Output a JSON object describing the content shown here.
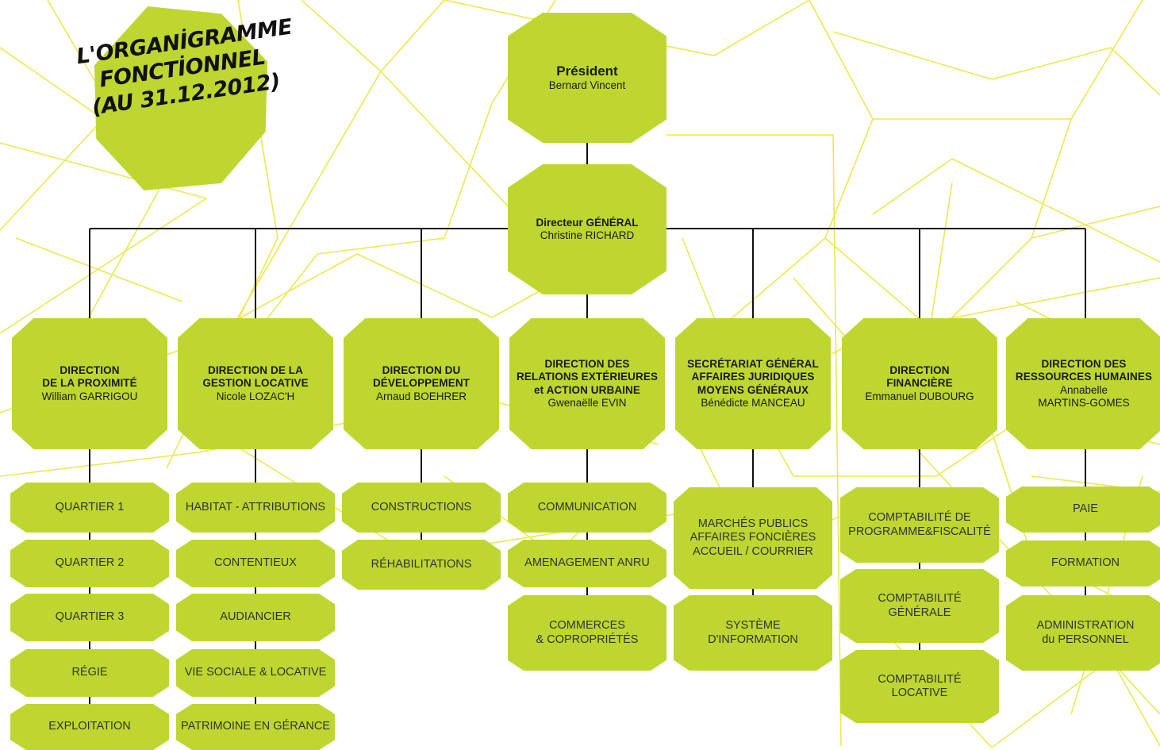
{
  "title": {
    "line1": "L'ORGANİGRAMME",
    "line2": "FONCTİONNEL",
    "line3": "(AU 31.12.2012)"
  },
  "colors": {
    "box": "#bfd630",
    "network_lines": "#f0e64e",
    "connectors": "#111111"
  },
  "president": {
    "role": "Président",
    "name": "Bernard Vincent"
  },
  "director_general": {
    "role": "Directeur GÉNÉRAL",
    "name": "Christine RICHARD"
  },
  "directions": [
    {
      "title": [
        "DIRECTION",
        "DE LA PROXIMITÉ"
      ],
      "name": "William GARRIGOU",
      "units": [
        [
          "QUARTIER 1"
        ],
        [
          "QUARTIER 2"
        ],
        [
          "QUARTIER 3"
        ],
        [
          "RÉGIE"
        ],
        [
          "EXPLOITATION"
        ]
      ]
    },
    {
      "title": [
        "DIRECTION DE LA",
        "GESTION LOCATIVE"
      ],
      "name": "Nicole LOZAC'H",
      "units": [
        [
          "HABITAT - ATTRIBUTIONS"
        ],
        [
          "CONTENTIEUX"
        ],
        [
          "AUDIANCIER"
        ],
        [
          "VIE SOCIALE & LOCATIVE"
        ],
        [
          "PATRIMOINE EN GÉRANCE"
        ]
      ]
    },
    {
      "title": [
        "DIRECTION DU",
        "DÉVELOPPEMENT"
      ],
      "name": "Arnaud BOEHRER",
      "units": [
        [
          "CONSTRUCTIONS"
        ],
        [
          "RÉHABILITATIONS"
        ]
      ]
    },
    {
      "title": [
        "DIRECTION DES",
        "RELATIONS EXTÉRIEURES",
        "et ACTION URBAINE"
      ],
      "name": "Gwenaëlle EVIN",
      "units": [
        [
          "COMMUNICATION"
        ],
        [
          "AMENAGEMENT ANRU"
        ],
        [
          "COMMERCES",
          "& COPROPRIÉTÉS"
        ]
      ]
    },
    {
      "title": [
        "SECRÉTARIAT GÉNÉRAL",
        "AFFAIRES JURIDIQUES",
        "MOYENS GÉNÉRAUX"
      ],
      "name": "Bénédicte MANCEAU",
      "units": [
        [
          "MARCHÉS PUBLICS",
          "AFFAIRES FONCIÈRES",
          "ACCUEIL / COURRIER"
        ],
        [
          "SYSTÈME",
          "D'INFORMATION"
        ]
      ]
    },
    {
      "title": [
        "DIRECTION",
        "FINANCIÈRE"
      ],
      "name": "Emmanuel DUBOURG",
      "units": [
        [
          "COMPTABILITÉ DE",
          "PROGRAMME&FISCALITÉ"
        ],
        [
          "COMPTABILITÉ",
          "GÉNÉRALE"
        ],
        [
          "COMPTABILITÉ",
          "LOCATIVE"
        ]
      ]
    },
    {
      "title": [
        "DIRECTION DES",
        "RESSOURCES HUMAINES"
      ],
      "name": "Annabelle\nMARTINS-GOMES",
      "units": [
        [
          "PAIE"
        ],
        [
          "FORMATION"
        ],
        [
          "ADMINISTRATION",
          "du PERSONNEL"
        ]
      ]
    }
  ]
}
